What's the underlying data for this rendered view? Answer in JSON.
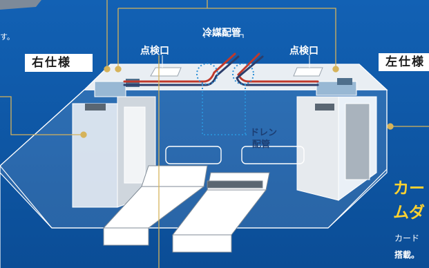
{
  "labels": {
    "right_spec": "右仕様",
    "left_spec": "左仕様",
    "refrigerant_piping": "冷媒配管",
    "inspection_port_1": "点検口",
    "inspection_port_2": "点検口",
    "drain_line1": "ドレン",
    "drain_line2": "配管"
  },
  "fragments": {
    "top_left_text": "す。",
    "bottom_right_title_1": "カー",
    "bottom_right_title_2": "ムダ",
    "bottom_right_text_1": "カード",
    "bottom_right_text_2": "搭載。"
  },
  "colors": {
    "background": "#0f5aa8",
    "accent_leader": "#d6b35a",
    "highlight_title": "#ffd230",
    "refrigerant_pipe": "#c0392b",
    "drain_dots": "#2a8fd6"
  }
}
